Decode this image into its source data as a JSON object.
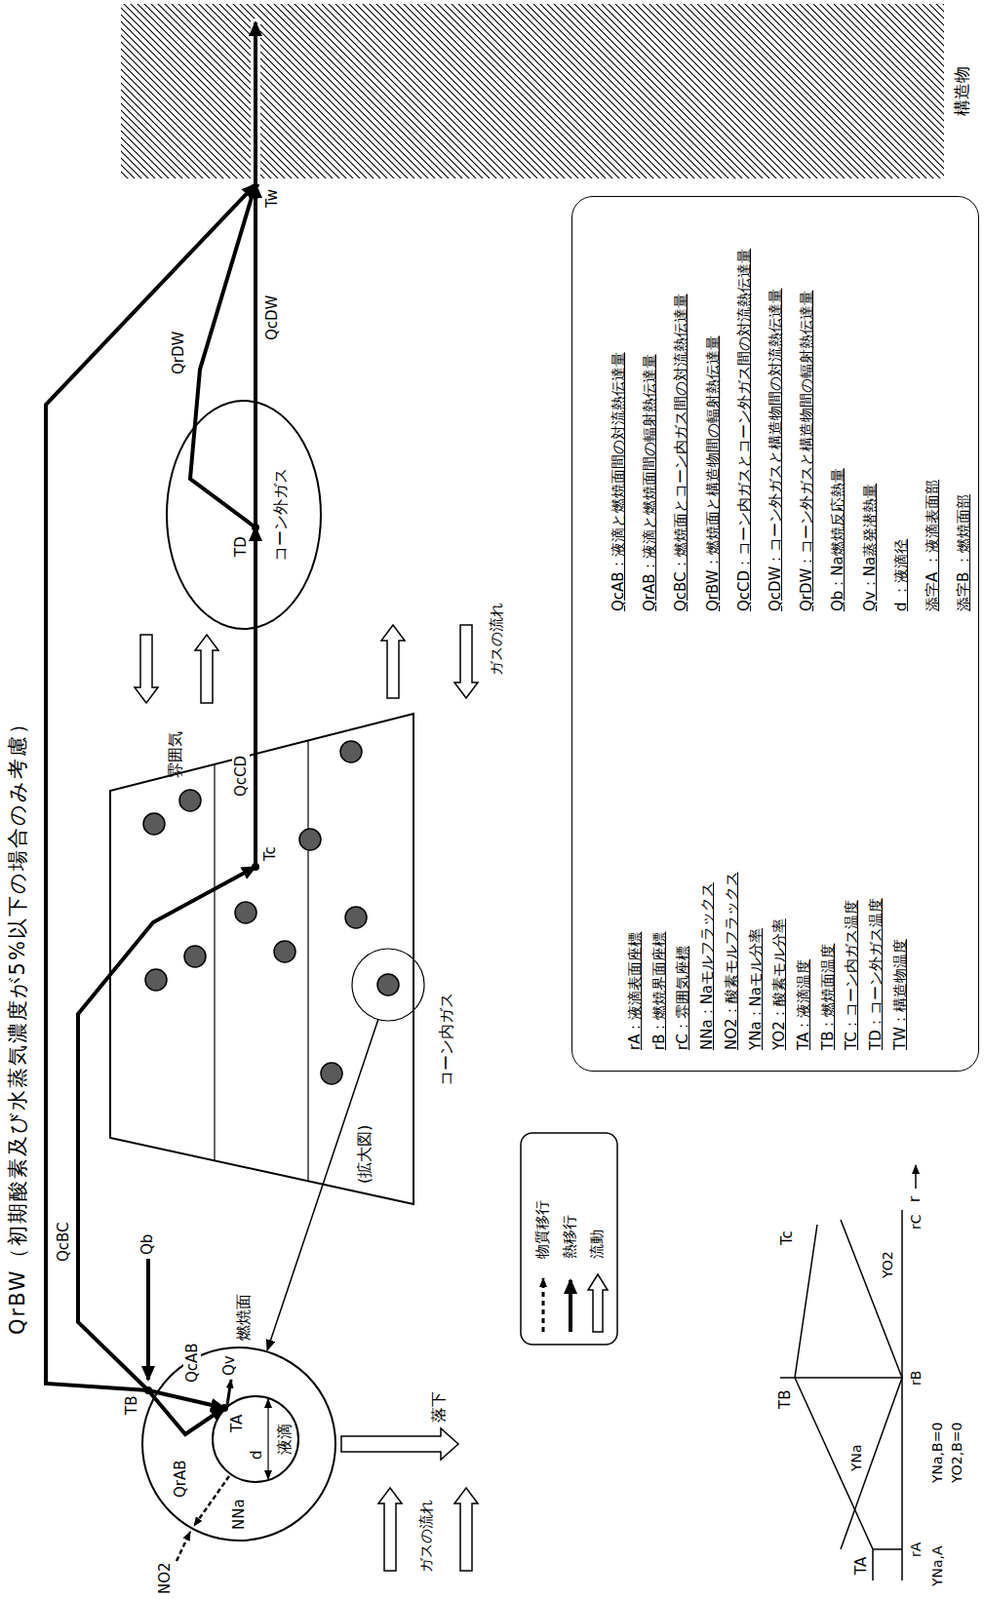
{
  "diagram": {
    "nodes": [
      {
        "text": [
          "燃焼面"
        ]
      },
      {
        "text": [
          "液滴"
        ],
        "in": 0
      },
      {
        "text": [
          "コーン内ガス"
        ]
      },
      {
        "text": [
          "コーン外ガス"
        ]
      },
      {
        "text": [
          "構造物"
        ]
      },
      {
        "text": [
          "rA：液滴表面座標",
          "rB：燃焼界面座標",
          "rC：雰囲気座標",
          "NNa：Naモルフラックス",
          "NO2：酸素モルフラックス",
          "YNa：Naモル分率",
          "YO2：酸素モル分率",
          "TA：液滴温度",
          "TB：燃焼面温度",
          "TC：コーン内ガス温度",
          "TD：コーン外ガス温度",
          "TW：構造物温度",
          "QcAB：液滴と燃焼面間の対流熱伝達量",
          "QrAB：液滴と燃焼面間の輻射熱伝達量",
          "QcBC：燃焼面とコーン内ガス間の対流熱伝達量",
          "QrBW：燃焼面と構造物間の輻射熱伝達量",
          "QcCD：コーン内ガスとコーン外ガス間の対流熱伝達量",
          "QcDW：コーン外ガスと構造物間の対流熱伝達量",
          "QrDW：コーン外ガスと構造物間の輻射熱伝達量",
          "Qb：Na燃焼反応熱量",
          "Qv：Na蒸発潜熱量",
          "d ：液滴径",
          "添字A ：液滴表面部",
          "添字B ：燃焼面部"
        ]
      }
    ],
    "edges": [
      {
        "from": 0,
        "to": 2,
        "arrow": "to",
        "label": "QcBC"
      },
      {
        "from": 0,
        "to": 4,
        "arrow": "to",
        "label": "QrBW（初期酸素及び水蒸気濃度が5%以下の場合のみ考慮）"
      },
      {
        "from": 2,
        "to": 3,
        "arrow": "to",
        "label": "QcCD"
      },
      {
        "from": 3,
        "to": 4,
        "arrow": "to",
        "label": "QcDW"
      },
      {
        "from": 3,
        "to": 4,
        "arrow": "to",
        "label": "QrDW"
      },
      {
        "from": 0,
        "to": 1,
        "arrow": "to",
        "label": "QcAB"
      },
      {
        "from": 0,
        "to": 1,
        "arrow": "to",
        "label": "QrAB"
      },
      {
        "from": 2,
        "to": 0,
        "arrow": "to",
        "label": "(拡大図)"
      }
    ],
    "labels": [
      "TB",
      "TA",
      "d",
      "Qb",
      "Qv",
      "NNa",
      "NO2",
      "落下",
      "ガスの流れ",
      "Tc",
      "雰囲気",
      "ガスの流れ",
      "TD",
      "Tw",
      "TA",
      "TB",
      "Tc",
      "YNa",
      "YO2",
      "YNa,A",
      "rA",
      "rB",
      "rC",
      "r",
      "YNa,B=0",
      "YO2,B=0"
    ],
    "legend": [
      {
        "text": "物質移行"
      },
      {
        "text": "熱移行"
      },
      {
        "text": "流動"
      }
    ]
  }
}
